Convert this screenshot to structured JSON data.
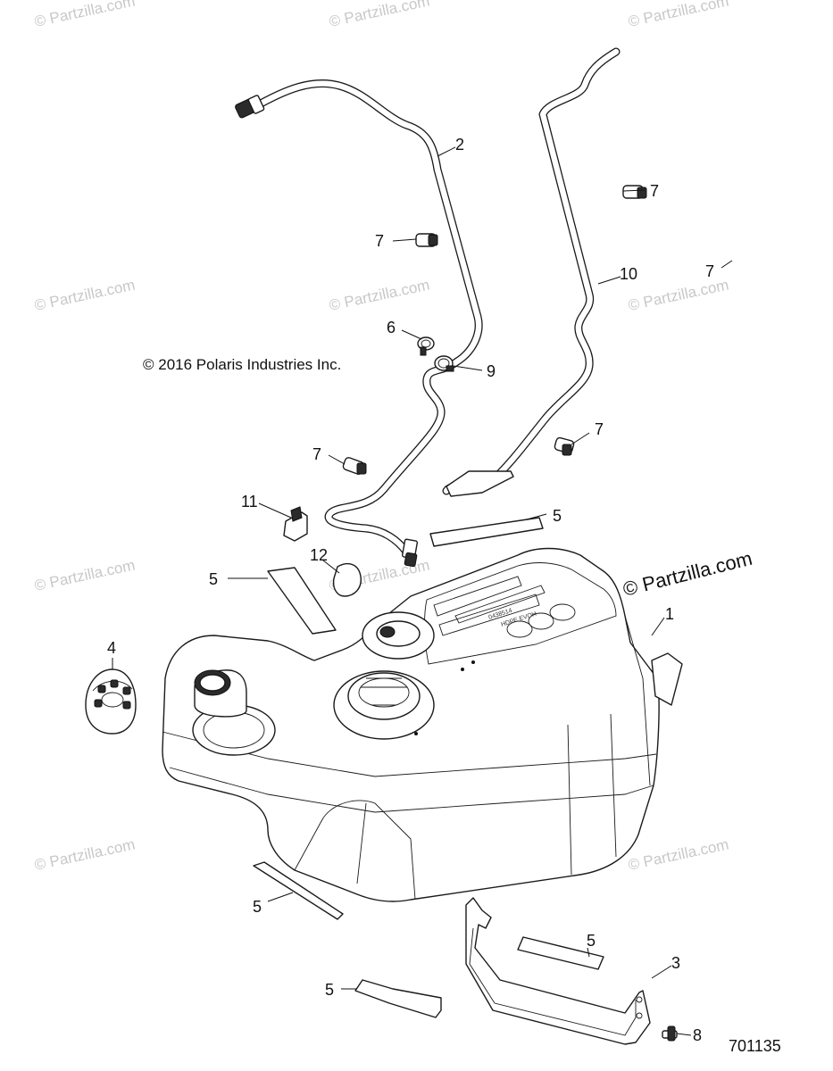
{
  "copyright": "© 2016 Polaris Industries Inc.",
  "watermark": "© Partzilla.com",
  "partzilla_mark": "© Partzilla.com",
  "figure_number": "701135",
  "callouts": {
    "c1": "1",
    "c2": "2",
    "c3": "3",
    "c4": "4",
    "c5a": "5",
    "c5b": "5",
    "c5c": "5",
    "c5d": "5",
    "c5e": "5",
    "c6": "6",
    "c7a": "7",
    "c7b": "7",
    "c7c": "7",
    "c7d": "7",
    "c7e": "7",
    "c8": "8",
    "c9": "9",
    "c10": "10",
    "c11": "11",
    "c12": "12"
  }
}
